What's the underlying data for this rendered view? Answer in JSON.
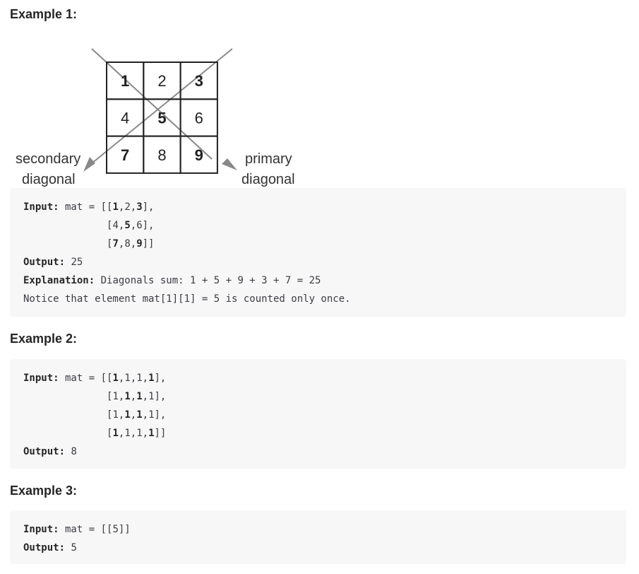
{
  "examples": [
    {
      "title": "Example 1:",
      "grid": [
        [
          "1",
          "2",
          "3"
        ],
        [
          "4",
          "5",
          "6"
        ],
        [
          "7",
          "8",
          "9"
        ]
      ],
      "secondary_label": [
        "secondary",
        "diagonal"
      ],
      "primary_label": [
        "primary",
        "diagonal"
      ],
      "input_label": "Input:",
      "input_rows": [
        {
          "prefix": " mat = [[",
          "items": [
            {
              "v": "1",
              "b": true
            },
            {
              "v": "2",
              "b": false
            },
            {
              "v": "3",
              "b": true
            }
          ],
          "suffix": "],"
        },
        {
          "prefix": "              [",
          "items": [
            {
              "v": "4",
              "b": false
            },
            {
              "v": "5",
              "b": true
            },
            {
              "v": "6",
              "b": false
            }
          ],
          "suffix": "],"
        },
        {
          "prefix": "              [",
          "items": [
            {
              "v": "7",
              "b": true
            },
            {
              "v": "8",
              "b": false
            },
            {
              "v": "9",
              "b": true
            }
          ],
          "suffix": "]]"
        }
      ],
      "output_label": "Output:",
      "output_value": " 25",
      "explanation_label": "Explanation:",
      "explanation_text": " Diagonals sum: 1 + 5 + 9 + 3 + 7 = 25",
      "notice_text": "Notice that element mat[1][1] = 5 is counted only once."
    },
    {
      "title": "Example 2:",
      "input_label": "Input:",
      "input_rows": [
        {
          "prefix": " mat = [[",
          "items": [
            {
              "v": "1",
              "b": true
            },
            {
              "v": "1",
              "b": false
            },
            {
              "v": "1",
              "b": false
            },
            {
              "v": "1",
              "b": true
            }
          ],
          "suffix": "],"
        },
        {
          "prefix": "              [",
          "items": [
            {
              "v": "1",
              "b": false
            },
            {
              "v": "1",
              "b": true
            },
            {
              "v": "1",
              "b": true
            },
            {
              "v": "1",
              "b": false
            }
          ],
          "suffix": "],"
        },
        {
          "prefix": "              [",
          "items": [
            {
              "v": "1",
              "b": false
            },
            {
              "v": "1",
              "b": true
            },
            {
              "v": "1",
              "b": true
            },
            {
              "v": "1",
              "b": false
            }
          ],
          "suffix": "],"
        },
        {
          "prefix": "              [",
          "items": [
            {
              "v": "1",
              "b": true
            },
            {
              "v": "1",
              "b": false
            },
            {
              "v": "1",
              "b": false
            },
            {
              "v": "1",
              "b": true
            }
          ],
          "suffix": "]]"
        }
      ],
      "output_label": "Output:",
      "output_value": " 8"
    },
    {
      "title": "Example 3:",
      "input_label": "Input:",
      "input_rows": [
        {
          "prefix": " mat = [[",
          "items": [
            {
              "v": "5",
              "b": false
            }
          ],
          "suffix": "]]"
        }
      ],
      "output_label": "Output:",
      "output_value": " 5"
    }
  ]
}
